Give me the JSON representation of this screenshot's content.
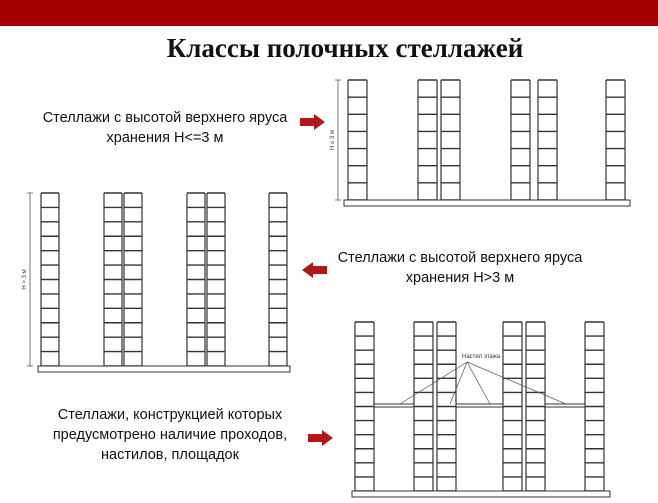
{
  "slide": {
    "title": "Классы полочных стеллажей",
    "accent_color": "#a50000",
    "arrow_color": "#b01818"
  },
  "captions": {
    "low_rack": "Стеллажи с высотой верхнего яруса хранения H<=3 м",
    "high_rack": "Стеллажи с высотой верхнего яруса хранения H>3 м",
    "platform_rack": "Стеллажи, конструкцией которых предусмотрено наличие проходов, настилов, площадок"
  },
  "diagrams": {
    "low_height_label": "H ≤ 3 м",
    "high_height_label": "H > 3 м",
    "deck_label": "Настил этажа"
  },
  "icons": {
    "arrow_right": "arrow-right-icon",
    "arrow_left": "arrow-left-icon"
  }
}
